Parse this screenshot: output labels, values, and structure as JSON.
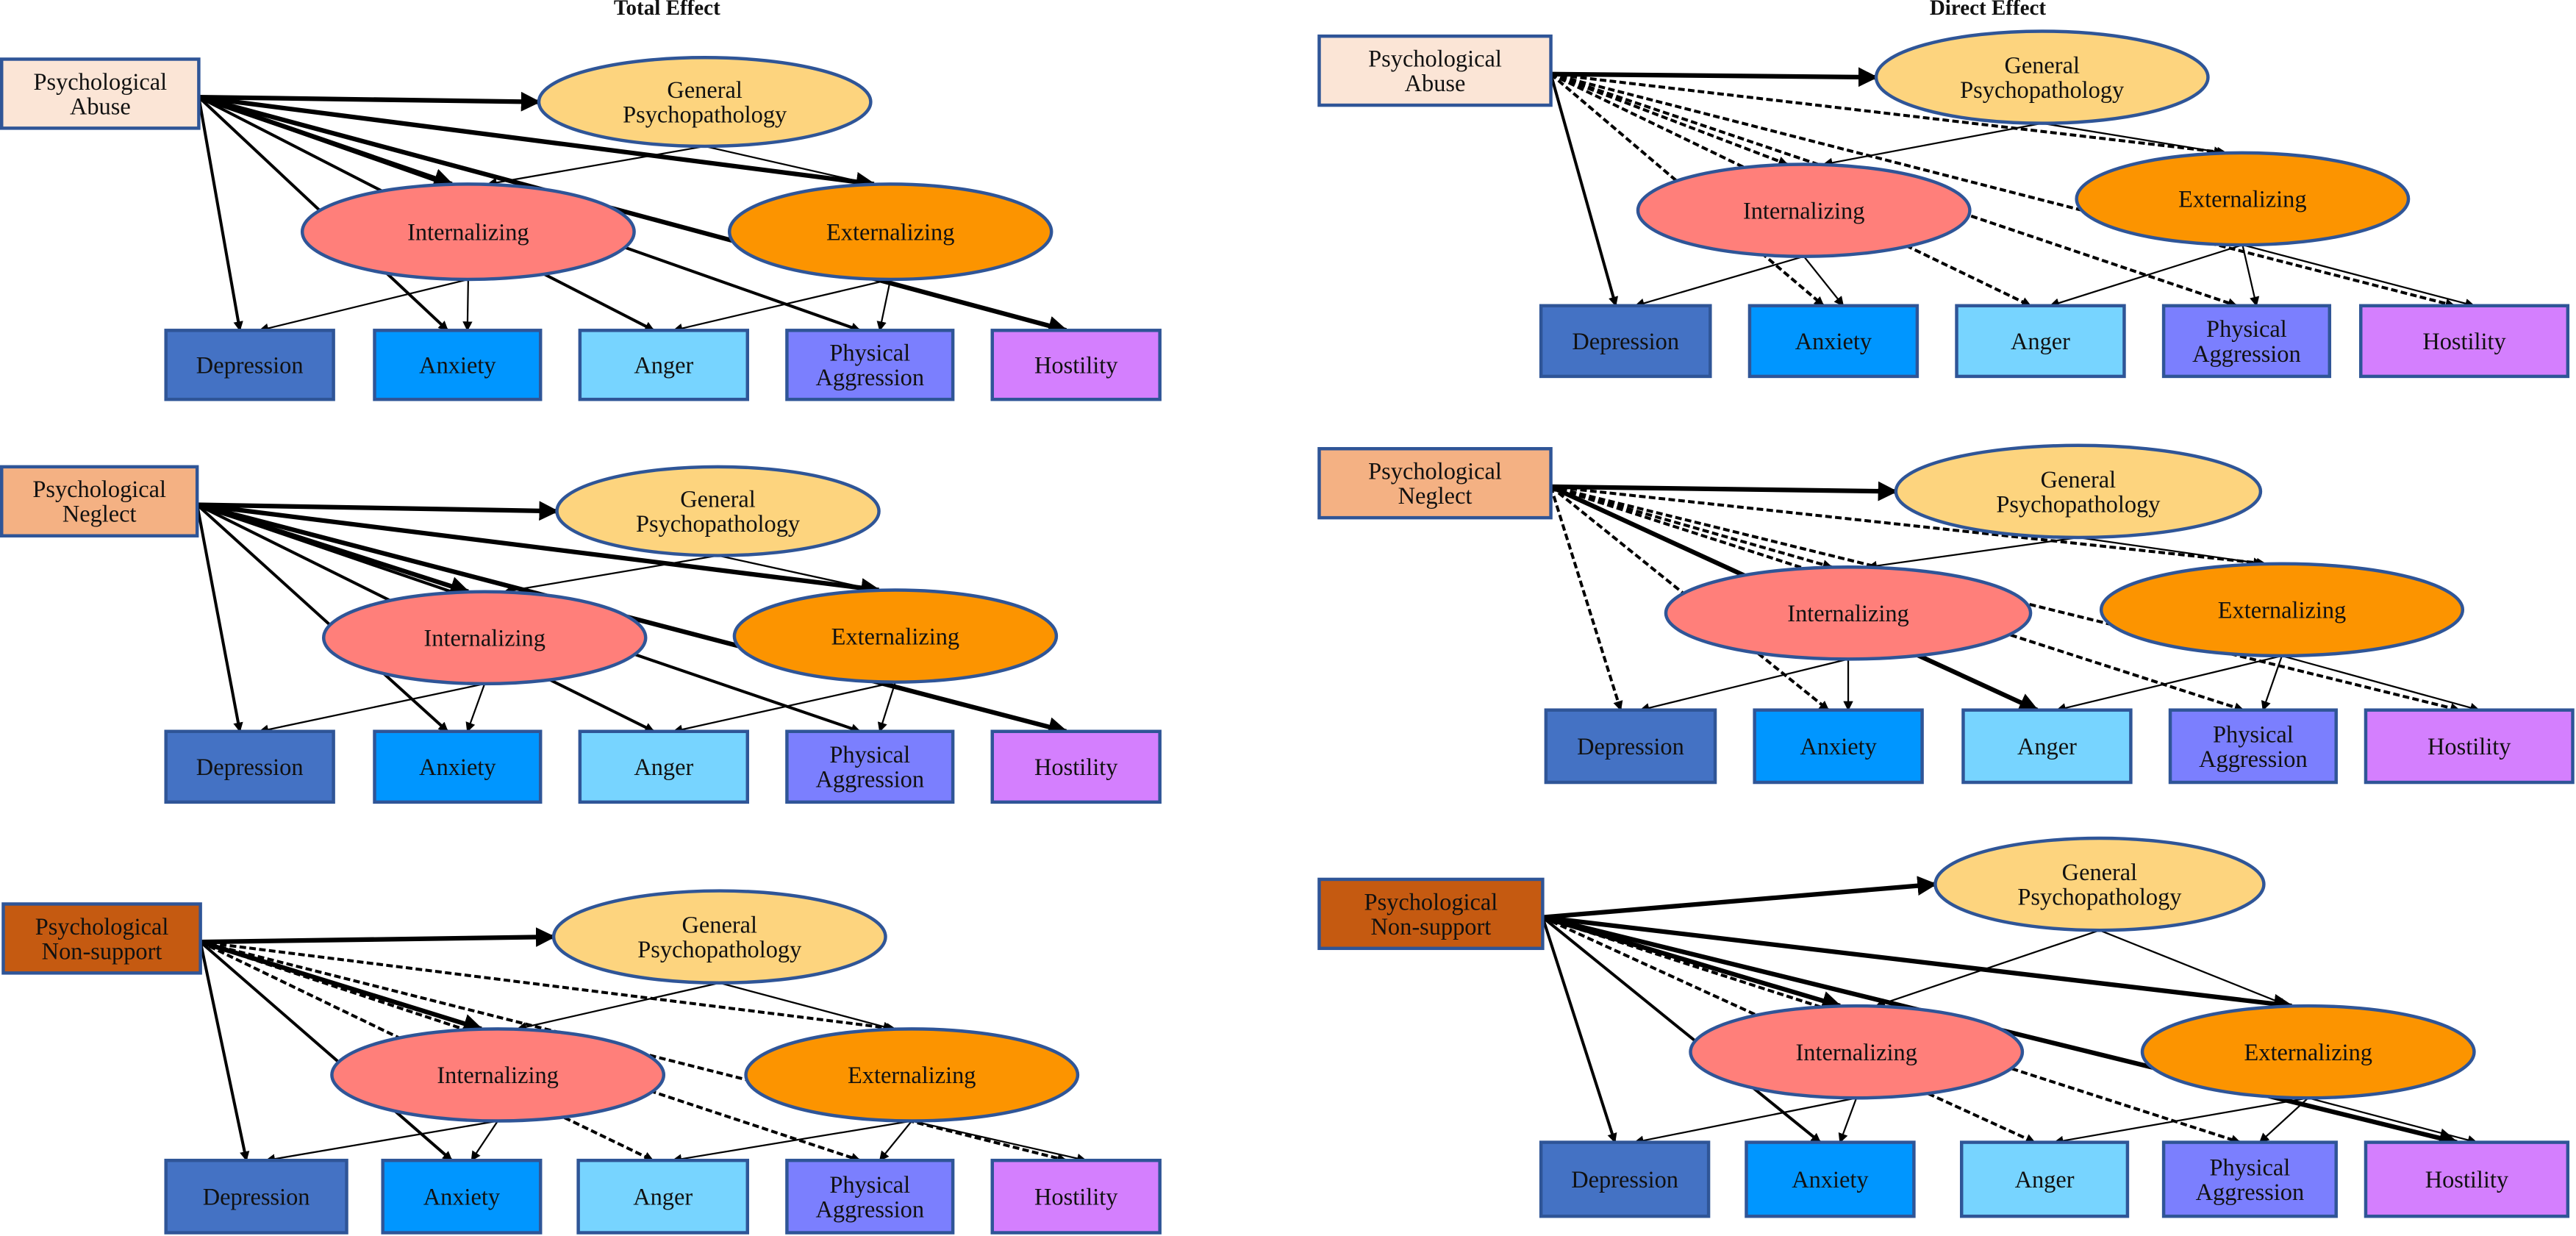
{
  "figure": {
    "column_titles": [
      "Total Effect",
      "Direct Effect"
    ]
  },
  "colors": {
    "node_border": "#2f5597",
    "general_psychopathology": "#fdd47e",
    "internalizing": "#ff7f7a",
    "externalizing": "#fc9400",
    "depression": "#4472c4",
    "anxiety": "#0096ff",
    "anger": "#77d4ff",
    "physical_aggression": "#7b7ffe",
    "hostility": "#d47ffe",
    "abuse": "#fbe5d6",
    "neglect": "#f4b183",
    "non_support": "#c55a11",
    "edge": "#000000"
  },
  "node_labels": {
    "gp": [
      "General",
      "Psychopathology"
    ],
    "int": [
      "Internalizing"
    ],
    "ext": [
      "Externalizing"
    ],
    "dep": [
      "Depression"
    ],
    "anx": [
      "Anxiety"
    ],
    "ang": [
      "Anger"
    ],
    "pa": [
      "Physical",
      "Aggression"
    ],
    "hos": [
      "Hostility"
    ]
  },
  "panels": [
    {
      "id": "abuse-total",
      "column": "Total Effect",
      "predictor": [
        "Psychological",
        "Abuse"
      ],
      "predictor_color_key": "abuse",
      "edges": [
        {
          "from": "src",
          "to": "gp",
          "style": "solid",
          "weight": "thick"
        },
        {
          "from": "src",
          "to": "int",
          "style": "solid",
          "weight": "thick"
        },
        {
          "from": "src",
          "to": "ext",
          "style": "solid",
          "weight": "thick"
        },
        {
          "from": "src",
          "to": "dep",
          "style": "solid",
          "weight": "medium"
        },
        {
          "from": "src",
          "to": "anx",
          "style": "solid",
          "weight": "medium"
        },
        {
          "from": "src",
          "to": "ang",
          "style": "solid",
          "weight": "medium"
        },
        {
          "from": "src",
          "to": "pa",
          "style": "solid",
          "weight": "medium"
        },
        {
          "from": "src",
          "to": "hos",
          "style": "solid",
          "weight": "thick"
        },
        {
          "from": "gp",
          "to": "int",
          "style": "solid",
          "weight": "thin"
        },
        {
          "from": "gp",
          "to": "ext",
          "style": "solid",
          "weight": "thin"
        },
        {
          "from": "int",
          "to": "dep",
          "style": "solid",
          "weight": "thin"
        },
        {
          "from": "int",
          "to": "anx",
          "style": "solid",
          "weight": "thin"
        },
        {
          "from": "ext",
          "to": "ang",
          "style": "solid",
          "weight": "thin"
        },
        {
          "from": "ext",
          "to": "pa",
          "style": "solid",
          "weight": "thin"
        }
      ]
    },
    {
      "id": "neglect-total",
      "column": "Total Effect",
      "predictor": [
        "Psychological",
        "Neglect"
      ],
      "predictor_color_key": "neglect",
      "edges": [
        {
          "from": "src",
          "to": "gp",
          "style": "solid",
          "weight": "thick"
        },
        {
          "from": "src",
          "to": "int",
          "style": "solid",
          "weight": "thick"
        },
        {
          "from": "src",
          "to": "ext",
          "style": "solid",
          "weight": "thick"
        },
        {
          "from": "src",
          "to": "dep",
          "style": "solid",
          "weight": "medium"
        },
        {
          "from": "src",
          "to": "anx",
          "style": "solid",
          "weight": "medium"
        },
        {
          "from": "src",
          "to": "ang",
          "style": "solid",
          "weight": "medium"
        },
        {
          "from": "src",
          "to": "pa",
          "style": "solid",
          "weight": "medium"
        },
        {
          "from": "src",
          "to": "hos",
          "style": "solid",
          "weight": "thick"
        },
        {
          "from": "gp",
          "to": "int",
          "style": "solid",
          "weight": "thin"
        },
        {
          "from": "gp",
          "to": "ext",
          "style": "solid",
          "weight": "thin"
        },
        {
          "from": "int",
          "to": "dep",
          "style": "solid",
          "weight": "thin"
        },
        {
          "from": "int",
          "to": "anx",
          "style": "solid",
          "weight": "thin"
        },
        {
          "from": "ext",
          "to": "ang",
          "style": "solid",
          "weight": "thin"
        },
        {
          "from": "ext",
          "to": "pa",
          "style": "solid",
          "weight": "thin"
        }
      ]
    },
    {
      "id": "nonsupport-total",
      "column": "Total Effect",
      "predictor": [
        "Psychological",
        "Non-support"
      ],
      "predictor_color_key": "non_support",
      "edges": [
        {
          "from": "src",
          "to": "gp",
          "style": "solid",
          "weight": "thick"
        },
        {
          "from": "src",
          "to": "int",
          "style": "solid",
          "weight": "thick"
        },
        {
          "from": "src",
          "to": "ext",
          "style": "dashed",
          "weight": "medium"
        },
        {
          "from": "src",
          "to": "dep",
          "style": "solid",
          "weight": "medium"
        },
        {
          "from": "src",
          "to": "anx",
          "style": "solid",
          "weight": "medium"
        },
        {
          "from": "src",
          "to": "ang",
          "style": "dashed",
          "weight": "medium"
        },
        {
          "from": "src",
          "to": "pa",
          "style": "dashed",
          "weight": "medium"
        },
        {
          "from": "src",
          "to": "hos",
          "style": "dashed",
          "weight": "medium"
        },
        {
          "from": "gp",
          "to": "int",
          "style": "solid",
          "weight": "thin"
        },
        {
          "from": "gp",
          "to": "ext",
          "style": "solid",
          "weight": "thin"
        },
        {
          "from": "int",
          "to": "dep",
          "style": "solid",
          "weight": "thin"
        },
        {
          "from": "int",
          "to": "anx",
          "style": "solid",
          "weight": "thin"
        },
        {
          "from": "ext",
          "to": "ang",
          "style": "solid",
          "weight": "thin"
        },
        {
          "from": "ext",
          "to": "pa",
          "style": "solid",
          "weight": "thin"
        },
        {
          "from": "ext",
          "to": "hos",
          "style": "solid",
          "weight": "thin"
        }
      ]
    },
    {
      "id": "abuse-direct",
      "column": "Direct Effect",
      "predictor": [
        "Psychological",
        "Abuse"
      ],
      "predictor_color_key": "abuse",
      "edges": [
        {
          "from": "src",
          "to": "gp",
          "style": "solid",
          "weight": "thick"
        },
        {
          "from": "src",
          "to": "int",
          "style": "dashed",
          "weight": "medium"
        },
        {
          "from": "src",
          "to": "ext",
          "style": "dashed",
          "weight": "medium"
        },
        {
          "from": "src",
          "to": "dep",
          "style": "solid",
          "weight": "medium"
        },
        {
          "from": "src",
          "to": "anx",
          "style": "dashed",
          "weight": "medium"
        },
        {
          "from": "src",
          "to": "ang",
          "style": "dashed",
          "weight": "medium"
        },
        {
          "from": "src",
          "to": "pa",
          "style": "dashed",
          "weight": "medium"
        },
        {
          "from": "src",
          "to": "hos",
          "style": "dashed",
          "weight": "medium"
        },
        {
          "from": "gp",
          "to": "int",
          "style": "solid",
          "weight": "thin"
        },
        {
          "from": "gp",
          "to": "ext",
          "style": "solid",
          "weight": "thin"
        },
        {
          "from": "int",
          "to": "dep",
          "style": "solid",
          "weight": "thin"
        },
        {
          "from": "int",
          "to": "anx",
          "style": "solid",
          "weight": "thin"
        },
        {
          "from": "ext",
          "to": "ang",
          "style": "solid",
          "weight": "thin"
        },
        {
          "from": "ext",
          "to": "pa",
          "style": "solid",
          "weight": "thin"
        },
        {
          "from": "ext",
          "to": "hos",
          "style": "solid",
          "weight": "thin"
        }
      ]
    },
    {
      "id": "neglect-direct",
      "column": "Direct Effect",
      "predictor": [
        "Psychological",
        "Neglect"
      ],
      "predictor_color_key": "neglect",
      "edges": [
        {
          "from": "src",
          "to": "gp",
          "style": "solid",
          "weight": "thick"
        },
        {
          "from": "src",
          "to": "int",
          "style": "dashed",
          "weight": "medium"
        },
        {
          "from": "src",
          "to": "ext",
          "style": "dashed",
          "weight": "medium"
        },
        {
          "from": "src",
          "to": "dep",
          "style": "dashed",
          "weight": "medium"
        },
        {
          "from": "src",
          "to": "anx",
          "style": "dashed",
          "weight": "medium"
        },
        {
          "from": "src",
          "to": "ang",
          "style": "solid",
          "weight": "thick"
        },
        {
          "from": "src",
          "to": "pa",
          "style": "dashed",
          "weight": "medium"
        },
        {
          "from": "src",
          "to": "hos",
          "style": "dashed",
          "weight": "medium"
        },
        {
          "from": "gp",
          "to": "int",
          "style": "solid",
          "weight": "thin"
        },
        {
          "from": "gp",
          "to": "ext",
          "style": "solid",
          "weight": "thin"
        },
        {
          "from": "int",
          "to": "dep",
          "style": "solid",
          "weight": "thin"
        },
        {
          "from": "int",
          "to": "anx",
          "style": "solid",
          "weight": "thin"
        },
        {
          "from": "ext",
          "to": "ang",
          "style": "solid",
          "weight": "thin"
        },
        {
          "from": "ext",
          "to": "pa",
          "style": "solid",
          "weight": "thin"
        },
        {
          "from": "ext",
          "to": "hos",
          "style": "solid",
          "weight": "thin"
        }
      ]
    },
    {
      "id": "nonsupport-direct",
      "column": "Direct Effect",
      "predictor": [
        "Psychological",
        "Non-support"
      ],
      "predictor_color_key": "non_support",
      "edges": [
        {
          "from": "src",
          "to": "gp",
          "style": "solid",
          "weight": "thick"
        },
        {
          "from": "src",
          "to": "int",
          "style": "solid",
          "weight": "thick"
        },
        {
          "from": "src",
          "to": "ext",
          "style": "solid",
          "weight": "thick"
        },
        {
          "from": "src",
          "to": "dep",
          "style": "solid",
          "weight": "medium"
        },
        {
          "from": "src",
          "to": "anx",
          "style": "solid",
          "weight": "medium"
        },
        {
          "from": "src",
          "to": "ang",
          "style": "dashed",
          "weight": "medium"
        },
        {
          "from": "src",
          "to": "pa",
          "style": "dashed",
          "weight": "medium"
        },
        {
          "from": "src",
          "to": "hos",
          "style": "solid",
          "weight": "thick"
        },
        {
          "from": "gp",
          "to": "int",
          "style": "solid",
          "weight": "thin"
        },
        {
          "from": "gp",
          "to": "ext",
          "style": "solid",
          "weight": "thin"
        },
        {
          "from": "int",
          "to": "dep",
          "style": "solid",
          "weight": "thin"
        },
        {
          "from": "int",
          "to": "anx",
          "style": "solid",
          "weight": "thin"
        },
        {
          "from": "ext",
          "to": "ang",
          "style": "solid",
          "weight": "thin"
        },
        {
          "from": "ext",
          "to": "pa",
          "style": "solid",
          "weight": "thin"
        },
        {
          "from": "ext",
          "to": "hos",
          "style": "solid",
          "weight": "thin"
        }
      ]
    }
  ]
}
